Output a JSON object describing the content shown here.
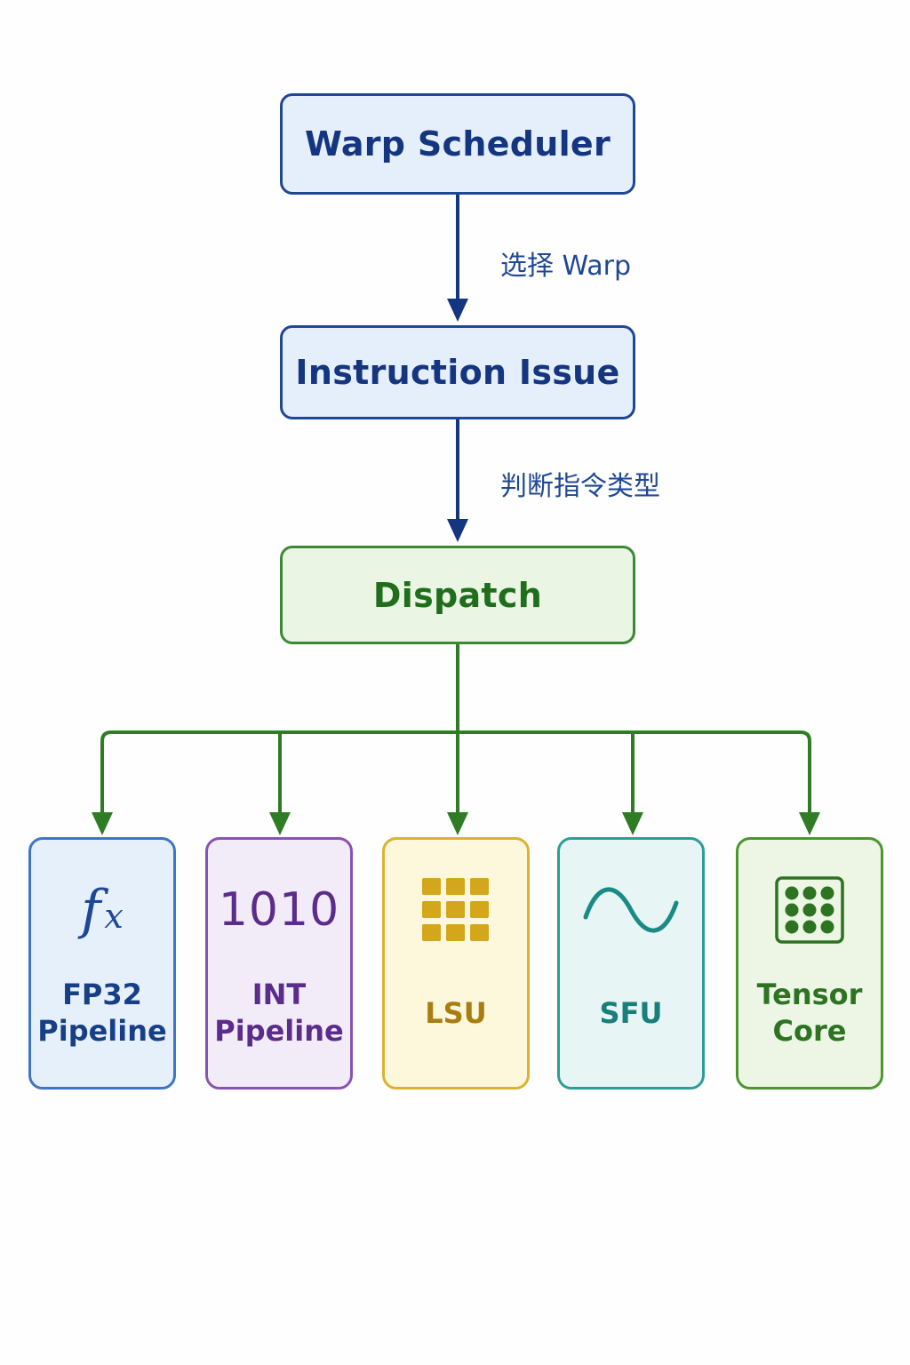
{
  "nodes": {
    "warp_scheduler": "Warp Scheduler",
    "instruction_issue": "Instruction Issue",
    "dispatch": "Dispatch"
  },
  "edges": {
    "select_warp": "选择 Warp",
    "judge_type": "判断指令类型"
  },
  "units": [
    {
      "label": "FP32\nPipeline",
      "icon": "function-fx-icon"
    },
    {
      "label": "INT\nPipeline",
      "icon": "binary-1010-icon",
      "icon_text": "1010"
    },
    {
      "label": "LSU",
      "icon": "grid-3x3-icon"
    },
    {
      "label": "SFU",
      "icon": "sine-wave-icon"
    },
    {
      "label": "Tensor\nCore",
      "icon": "matrix-dots-icon"
    }
  ],
  "colors": {
    "blue_border": "#1f4894",
    "green_border": "#3a8a35",
    "fp32": "#3d75c9",
    "int": "#8a52b3",
    "lsu": "#dcb231",
    "sfu": "#2c9d98",
    "tensor": "#4a962f"
  }
}
